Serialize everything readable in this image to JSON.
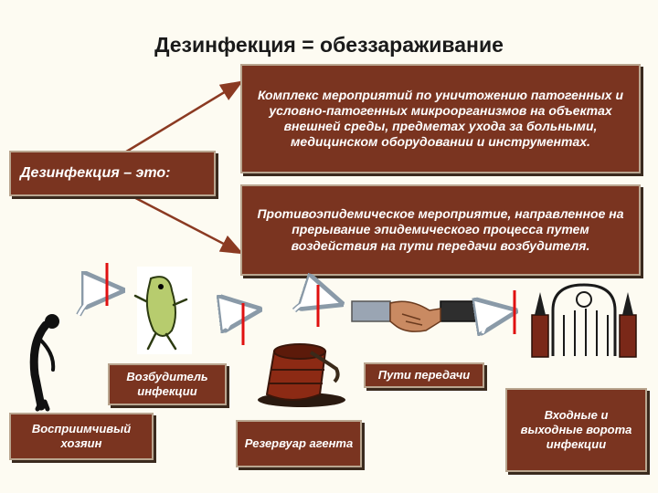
{
  "title": "Дезинфекция = обеззараживание",
  "definition_label": "Дезинфекция – это:",
  "definition_1": "Комплекс мероприятий по уничтожению патогенных и условно-патогенных микроорганизмов на объектах внешней среды, предметах ухода за больными, медицинском оборудовании и инструментах.",
  "definition_2": "Противоэпидемическое мероприятие, направленное на прерывание эпидемического процесса путем воздействия на  пути передачи возбудителя.",
  "chain": {
    "pathogen": "Возбудитель инфекции",
    "host": "Восприимчивый хозяин",
    "reservoir": "Резервуар агента",
    "transmission": "Пути передачи",
    "portals": "Входные и выходные ворота инфекции"
  },
  "colors": {
    "box": "#7a3420",
    "arrow": "#8b3a22",
    "cut": "#e01010"
  },
  "icons": [
    "stooped-person-icon",
    "germ-creature-icon",
    "leaking-barrel-icon",
    "handshake-icon",
    "gate-icon",
    "curved-arrow-icon"
  ]
}
